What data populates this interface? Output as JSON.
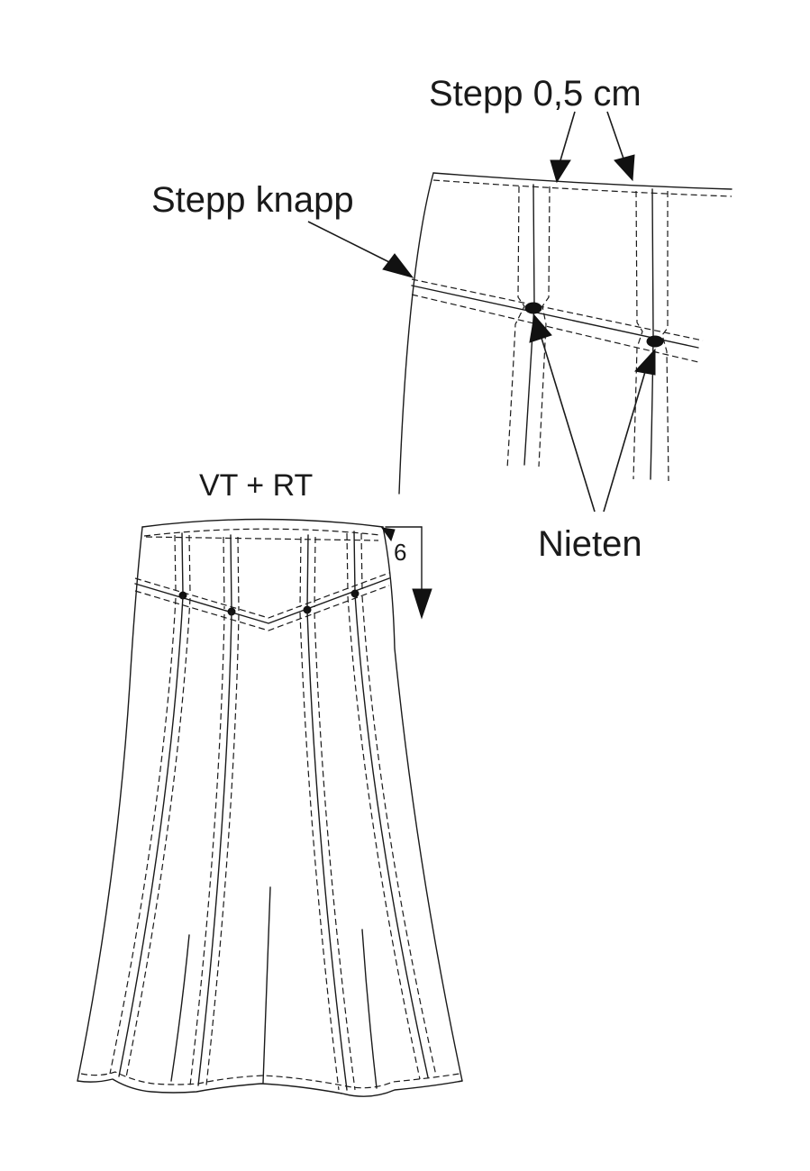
{
  "labels": {
    "stepp_05": "Stepp 0,5 cm",
    "stepp_knapp": "Stepp knapp",
    "nieten": "Nieten",
    "vt_rt": "VT + RT",
    "measure_6": "6"
  },
  "colors": {
    "ink": "#1a1a1a",
    "background": "#ffffff"
  }
}
